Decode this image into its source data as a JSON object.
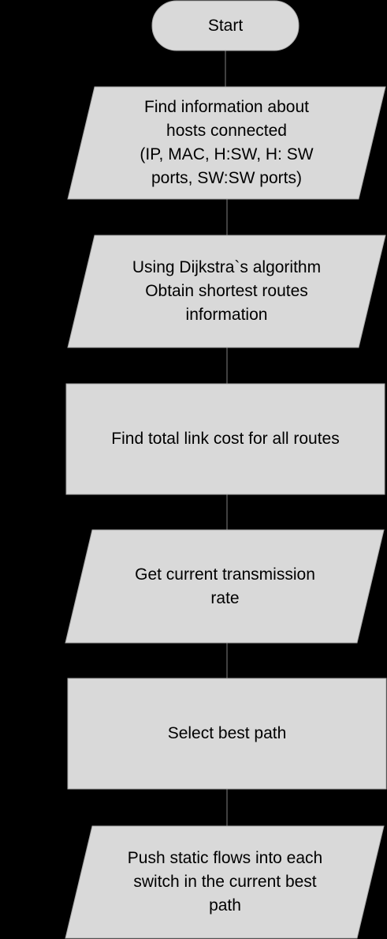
{
  "colors": {
    "background": "#000000",
    "shape_fill": "#d9d9d9",
    "shape_stroke": "#a6a6a6",
    "text": "#000000"
  },
  "flowchart": {
    "start": {
      "shape": "terminator",
      "label": "Start"
    },
    "steps": [
      {
        "shape": "parallelogram",
        "lines": [
          "Find information about",
          "hosts connected",
          "(IP, MAC, H:SW, H: SW",
          "ports, SW:SW ports)"
        ]
      },
      {
        "shape": "parallelogram",
        "lines": [
          "Using Dijkstra`s algorithm",
          "Obtain shortest routes",
          "information"
        ]
      },
      {
        "shape": "rectangle",
        "lines": [
          "Find total link cost for all routes"
        ]
      },
      {
        "shape": "parallelogram",
        "lines": [
          "Get current transmission",
          "rate"
        ]
      },
      {
        "shape": "rectangle",
        "lines": [
          "Select best path"
        ]
      },
      {
        "shape": "parallelogram",
        "lines": [
          "Push static flows into each",
          "switch in the current best",
          "path"
        ]
      }
    ]
  }
}
